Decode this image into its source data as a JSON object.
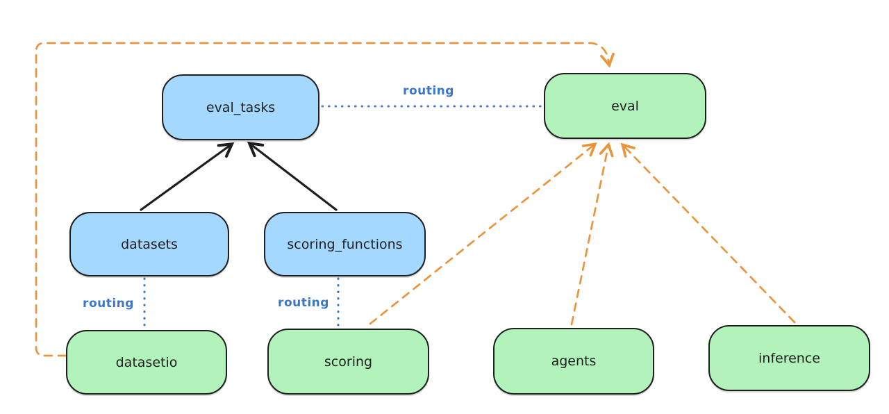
{
  "diagram": {
    "background": "#ffffff",
    "colors": {
      "background": "#ffffff",
      "blue_node_fill": "#a5d8ff",
      "green_node_fill": "#b2f2bb",
      "node_border": "#1e1e1e",
      "routing_line": "#3b77c8",
      "provider_arrow": "#e9953d",
      "dependency_arrow": "#1e1e1e"
    },
    "nodes": {
      "eval_tasks": {
        "label": "eval_tasks",
        "fill": "blue"
      },
      "eval": {
        "label": "eval",
        "fill": "green"
      },
      "datasets": {
        "label": "datasets",
        "fill": "blue"
      },
      "scoring_functions": {
        "label": "scoring_functions",
        "fill": "blue"
      },
      "datasetio": {
        "label": "datasetio",
        "fill": "green"
      },
      "scoring": {
        "label": "scoring",
        "fill": "green"
      },
      "agents": {
        "label": "agents",
        "fill": "green"
      },
      "inference": {
        "label": "inference",
        "fill": "green"
      }
    },
    "edge_labels": {
      "routing_eval_tasks_eval": "routing",
      "routing_datasets_datasetio": "routing",
      "routing_scoring_functions_scoring": "routing"
    },
    "edges": [
      {
        "from": "datasets",
        "to": "eval_tasks",
        "style": "solid-arrow",
        "color": "#1e1e1e"
      },
      {
        "from": "scoring_functions",
        "to": "eval_tasks",
        "style": "solid-arrow",
        "color": "#1e1e1e"
      },
      {
        "from": "eval_tasks",
        "to": "eval",
        "style": "dotted-line",
        "label": "routing",
        "color": "#3b77c8"
      },
      {
        "from": "datasets",
        "to": "datasetio",
        "style": "dotted-line",
        "label": "routing",
        "color": "#3b77c8"
      },
      {
        "from": "scoring_functions",
        "to": "scoring",
        "style": "dotted-line",
        "label": "routing",
        "color": "#3b77c8"
      },
      {
        "from": "datasetio",
        "to": "eval",
        "style": "dashed-arrow",
        "color": "#e9953d"
      },
      {
        "from": "scoring",
        "to": "eval",
        "style": "dashed-arrow",
        "color": "#e9953d"
      },
      {
        "from": "agents",
        "to": "eval",
        "style": "dashed-arrow",
        "color": "#e9953d"
      },
      {
        "from": "inference",
        "to": "eval",
        "style": "dashed-arrow",
        "color": "#e9953d"
      }
    ]
  }
}
